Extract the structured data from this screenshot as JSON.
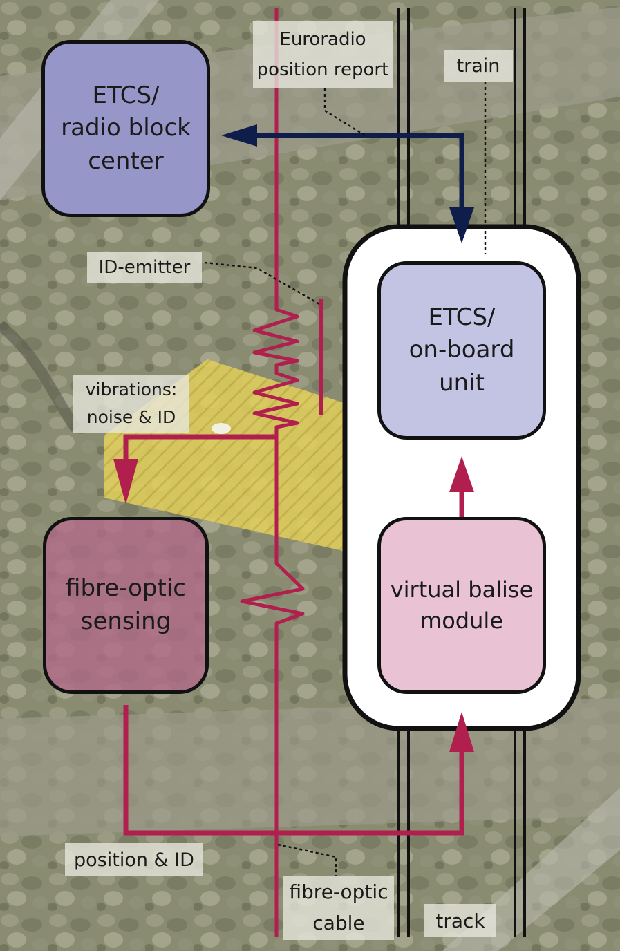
{
  "diagram": {
    "boxes": {
      "rbc": "ETCS/\nradio block\ncenter",
      "fos": "fibre-optic\nsensing",
      "obu": "ETCS/\non-board\nunit",
      "vbm": "virtual balise\nmodule"
    },
    "labels": {
      "euroradio": "Euroradio\nposition report",
      "train": "train",
      "id_emitter": "ID-emitter",
      "vibrations": "vibrations:\nnoise & ID",
      "position_id": "position & ID",
      "fibre_cable": "fibre-optic\ncable",
      "track": "track"
    },
    "colors": {
      "fibre": "#b01f4e",
      "radio_link": "#0e1d4a",
      "rbc_box": "#9696c8",
      "obu_box": "#c3c3e3",
      "fos_box": "#b06a87",
      "vbm_box": "#e9c3d3"
    }
  }
}
